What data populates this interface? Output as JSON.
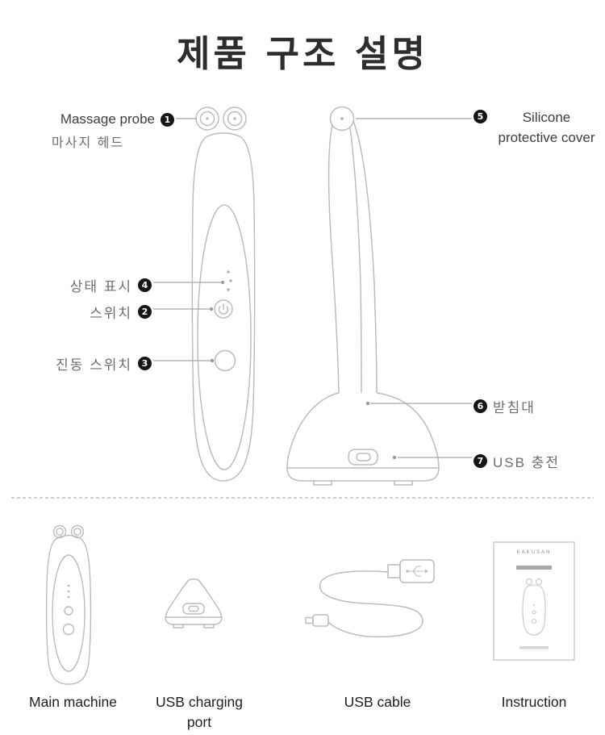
{
  "title": "제품 구조 설명",
  "callouts": {
    "massage_probe": {
      "num": "1",
      "label_en": "Massage probe",
      "label_ko": "마사지 헤드"
    },
    "power_switch": {
      "num": "2",
      "label": "스위치"
    },
    "vibration_switch": {
      "num": "3",
      "label": "진동 스위치"
    },
    "status_display": {
      "num": "4",
      "label": "상태 표시"
    },
    "silicone_cover": {
      "num": "5",
      "label_line1": "Silicone",
      "label_line2": "protective cover"
    },
    "stand": {
      "num": "6",
      "label": "받침대"
    },
    "usb_charging": {
      "num": "7",
      "label": "USB 충전"
    }
  },
  "accessories": [
    {
      "label": "Main machine"
    },
    {
      "label_line1": "USB charging",
      "label_line2": "port"
    },
    {
      "label": "USB cable"
    },
    {
      "label": "Instruction"
    }
  ],
  "booklet": {
    "brand": "KAKUSAN"
  },
  "colors": {
    "line_art": "#bcbcbc",
    "leader_line": "#a6a6a6",
    "bullet_bg": "#161616",
    "title_text": "#2d2d2d",
    "label_dark": "#3d3d3d",
    "label_gray": "#6e6e6e"
  }
}
